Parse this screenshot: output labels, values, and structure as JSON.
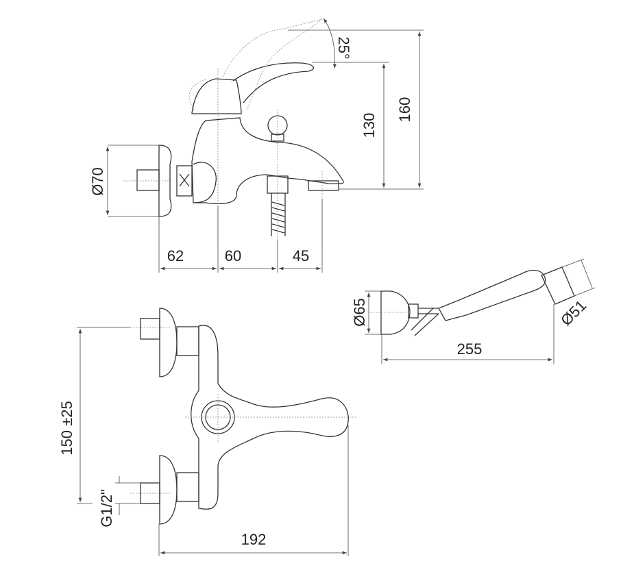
{
  "title": "Bath mixer technical drawing",
  "side_view": {
    "angle": "25°",
    "height_spout": "130",
    "height_total": "160",
    "flange_diameter": "Ø70",
    "dim_a": "62",
    "dim_b": "60",
    "dim_c": "45"
  },
  "hand_shower": {
    "bracket_diameter": "Ø65",
    "length": "255",
    "head_diameter": "Ø51"
  },
  "front_view": {
    "centers": "150 ±25",
    "thread": "G1/2\"",
    "width": "192"
  },
  "colors": {
    "line": "#333333",
    "background": "#ffffff"
  }
}
